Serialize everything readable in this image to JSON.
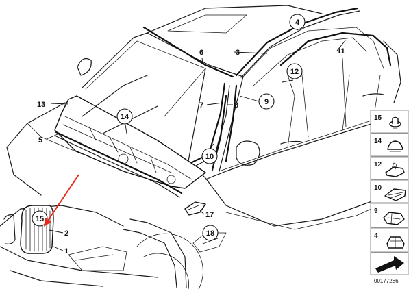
{
  "diagram": {
    "callouts": {
      "c1": "1",
      "c2": "2",
      "c3": "3",
      "c4": "4",
      "c5": "5",
      "c6": "6",
      "c7": "7",
      "c8": "8",
      "c9": "9",
      "c10": "10",
      "c11": "11",
      "c12": "12",
      "c13": "13",
      "c14": "14",
      "c15": "15",
      "c17": "17",
      "c18": "18"
    },
    "legend": {
      "items": [
        "15",
        "14",
        "12",
        "10",
        "9",
        "4"
      ]
    },
    "reference_number": "00177286",
    "colors": {
      "linework": "#111111",
      "highlight_arrow": "#e8291c",
      "panel_border": "#777777"
    }
  }
}
